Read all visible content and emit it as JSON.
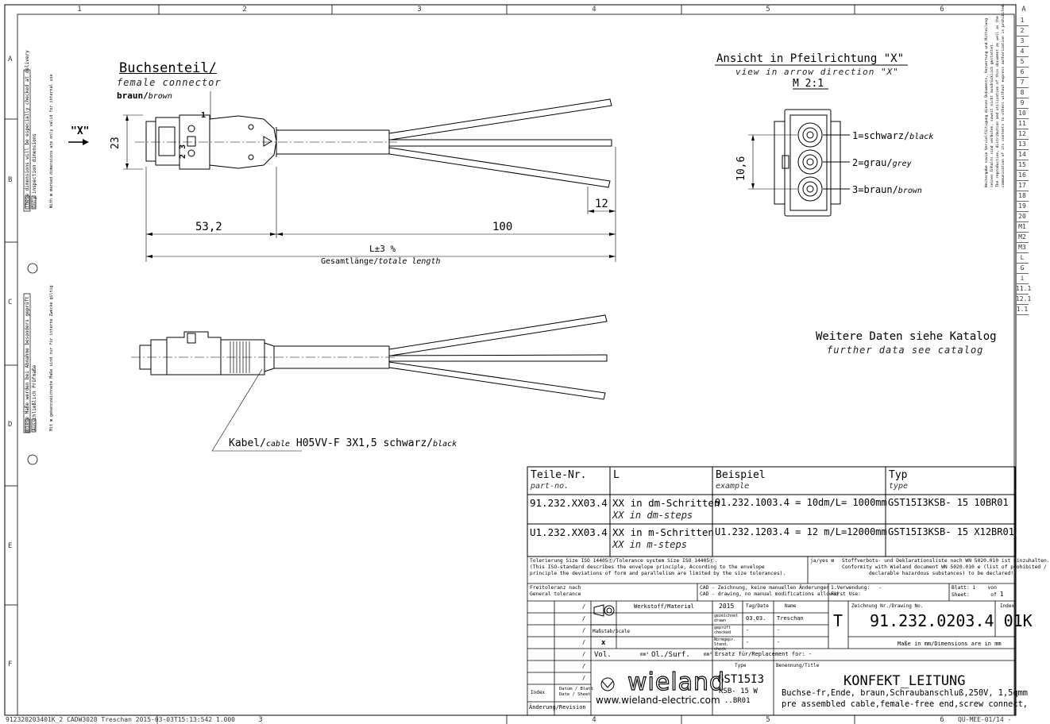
{
  "frame": {
    "top_columns": [
      "1",
      "2",
      "3",
      "4",
      "5",
      "6"
    ],
    "bottom_columns": [
      "3",
      "4",
      "5",
      "6"
    ],
    "rows": [
      "A",
      "B",
      "C",
      "D",
      "E",
      "F"
    ],
    "corner": "A",
    "revision_tabs": [
      "1",
      "2",
      "3",
      "4",
      "5",
      "6",
      "7",
      "8",
      "9",
      "10",
      "11",
      "12",
      "13",
      "14",
      "15",
      "16",
      "17",
      "18",
      "19",
      "20",
      "M1",
      "M2",
      "M3",
      "L",
      "G",
      "i",
      "11.1",
      "12.1",
      "1.1"
    ]
  },
  "left_notes": {
    "block1": [
      "These dimensions will be especially checked at delivery",
      "Only inspection dimensions",
      "With ⊠ marked dimensions are only valid for internal use"
    ],
    "block2": [
      "Diese Maße werden bei Abnahme besonders geprüft",
      "Ausschließlich Prüfmaße",
      "Mit ⊠ gekennzeichnete Maße sind nur für interne Zwecke gültig"
    ]
  },
  "copyright_note": [
    "Weitergabe sowie Vervielfältigung dieses Dokuments, Verwertung und Mitteilung",
    "seines Inhalts sind verboten, soweit nicht ausdrücklich gestattet.",
    "The reproduction, distribution and utilization of this document as well as the",
    "communication of its contents to others without express authorization is prohibited."
  ],
  "drawing": {
    "connector_title": "Buchsenteil/",
    "connector_en": "female connector",
    "color_de": "braun/",
    "color_en": "brown",
    "arrow_label": "\"X\"",
    "dim_23": "23",
    "dim_532": "53,2",
    "dim_100": "100",
    "dim_12": "12",
    "length_label": "L±3 %",
    "total_length_de": "Gesamtlänge/",
    "total_length_en": "totale length",
    "pin_numbers": [
      "1",
      "2",
      "3"
    ],
    "cable_de": "Kabel/",
    "cable_en": "cable",
    "cable_spec": "H05VV-F 3X1,5 schwarz/",
    "cable_color_en": "black"
  },
  "view_x": {
    "title": "Ansicht in Pfeilrichtung \"X\"",
    "subtitle": "view in arrow direction \"X\"",
    "scale": "M 2:1",
    "dim_106": "10,6",
    "pins": [
      {
        "de": "1=schwarz/",
        "en": "black"
      },
      {
        "de": "2=grau/",
        "en": "grey"
      },
      {
        "de": "3=braun/",
        "en": "brown"
      }
    ]
  },
  "catalog": {
    "de": "Weitere Daten siehe Katalog",
    "en": "further data see catalog"
  },
  "parts_table": {
    "h_part_de": "Teile-Nr.",
    "h_part_en": "part-no.",
    "h_l": "L",
    "h_example_de": "Beispiel",
    "h_example_en": "example",
    "h_type_de": "Typ",
    "h_type_en": "type",
    "rows": [
      {
        "part": "91.232.XX03.4",
        "l_de": "XX in dm-Schritten",
        "l_en": "XX in dm-steps",
        "example": "91.232.1003.4 = 10dm/L= 1000mm",
        "type": "GST15I3KSB- 15 10BR01"
      },
      {
        "part": "U1.232.XX03.4",
        "l_de": "XX in m-Schritten",
        "l_en": "XX in m-steps",
        "example": "U1.232.1203.4 = 12 m/L=12000mm",
        "type": "GST15I3KSB- 15 X12BR01"
      }
    ]
  },
  "title_block": {
    "tolerance_1": "Tolerierung Size ISO 14405Ⓔ/Tolerance system Size ISO 14405Ⓔ.",
    "tolerance_2": "(This ISO-standard describes the envelope principle, According to the envelope",
    "tolerance_3": "principle the deviations of form and parallelism are limited by the size tolerances).",
    "ja_yes": "ja/yes ⊠",
    "stoff_1": "Stoffverbots- und Deklarationsliste nach WN 5020.010 ist einzuhalten.",
    "stoff_2": "Conformity with Wieland document WN 5020.010 e (list of prohibited /",
    "stoff_3": "declarable hazardous substances) to be declared!",
    "freitol_1": "Freitoleranz nach",
    "freitol_2": "General tolerance",
    "cad_1": "CAD - Zeichnung, keine manuellen Änderungen",
    "cad_2": "CAD - drawing, no manual modifications allowed",
    "first_use_1": "1.Verwendung:",
    "first_use_2": "First Use:",
    "first_use_val": "-",
    "blatt": "Blatt:",
    "sheet": "Sheet:",
    "blatt_val": "1",
    "von": "von",
    "of": "of",
    "von_val": "1",
    "werkstoff": "Werkstoff/Material",
    "year": "2015",
    "tag_datum": "Tag/Date",
    "name_h": "Name",
    "gezeichnet": "gezeichnet drawn",
    "date_drawn": "03.03.",
    "name_drawn": "Treschan",
    "geprueft": "geprüft checked",
    "date_checked": "-",
    "name_checked": "-",
    "normgepr": "Normgepr. Stand. check",
    "date_norm": "-",
    "name_norm": "-",
    "massstab": "Maßstab/Scale",
    "scale_val": "x",
    "vol": "Vol.",
    "vol_unit": "mm³",
    "surf": "Ol./Surf.",
    "surf_unit": "mm²",
    "ersatz": "Ersatz für/Replacement for: -",
    "t_letter": "T",
    "drawing_no_label": "Zeichnung Nr./Drawing No.",
    "drawing_no": "91.232.0203.4 01K",
    "index_label": "Index",
    "mass_note": "Maße in mm/Dimensions are in mm",
    "type_label": "Type",
    "type_val_1": "GST15I3",
    "type_val_2": "KSB- 15 W",
    "type_val_3": "..BR01",
    "benennung": "Benennung/Title",
    "title_main": "KONFEKT_LEITUNG",
    "title_sub_1": "Buchse-fr,Ende, braun,Schraubanschluß,250V, 1,5qmm",
    "title_sub_2": "pre assembled cable,female-free end,screw connect,",
    "index_col": "Index",
    "datum_blatt": "Datum / Blatt",
    "date_sheet": "Date / Sheet",
    "aenderung": "Änderung/Revision",
    "logo_text": "wieland",
    "logo_url": "www.wieland-electric.com",
    "rev_slashes": [
      "/",
      "/",
      "/",
      "/",
      "/",
      "/",
      "/"
    ]
  },
  "footer": {
    "file": "912320203401K_2 CADW3028 Treschan 2015-03-03T15:13:542 1.000",
    "code": "QU-MEE-01/14 -"
  }
}
